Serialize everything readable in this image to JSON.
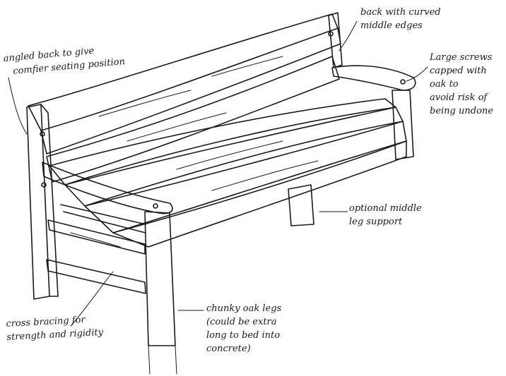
{
  "ink_color": "#1a1a1a",
  "annotations": {
    "angled_back": [
      "angled back to give",
      "comfier seating position"
    ],
    "curved_back": [
      "back with curved",
      "middle edges"
    ],
    "large_screws": [
      "Large screws",
      "capped with",
      "oak to",
      "avoid risk of",
      "being undone"
    ],
    "middle_leg": [
      "optional middle",
      "leg support"
    ],
    "cross_bracing": [
      "cross bracing for",
      "strength and rigidity"
    ],
    "oak_legs": [
      "chunky oak legs",
      "(could be extra",
      "long to bed into",
      "concrete)"
    ]
  }
}
